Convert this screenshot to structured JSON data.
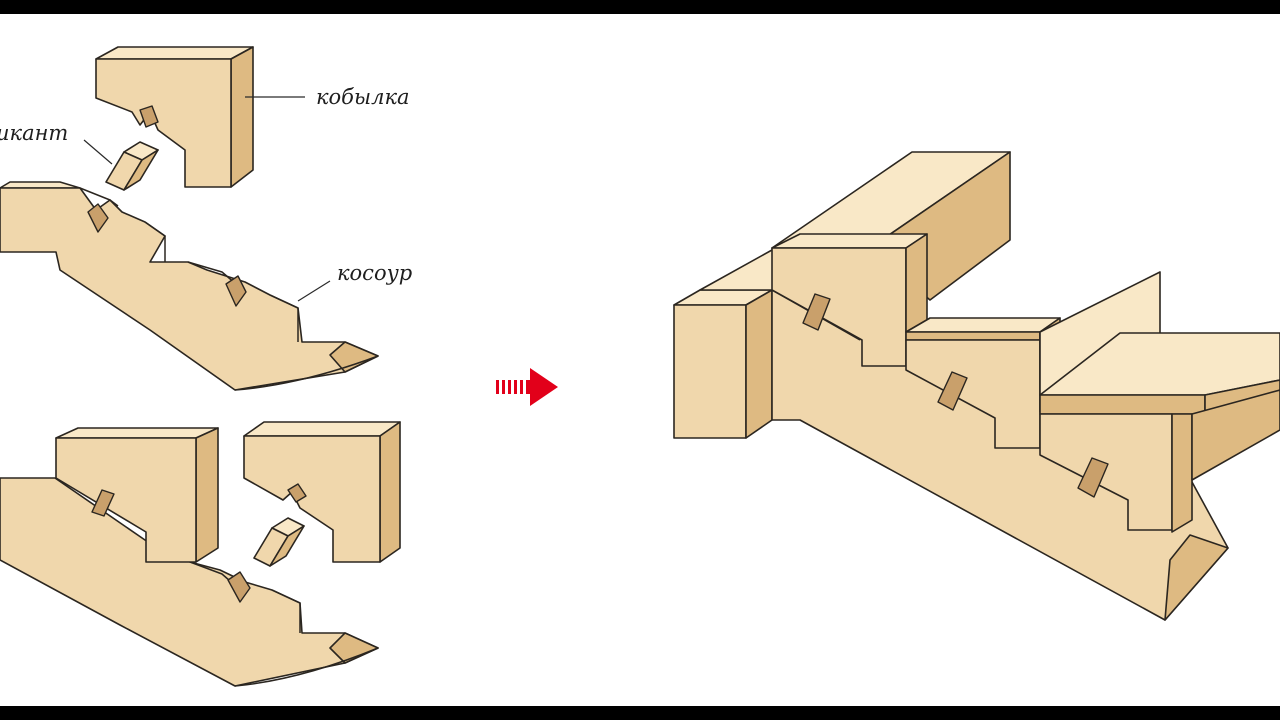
{
  "labels": {
    "stringer_block": "кобылка",
    "dowel": "икант",
    "stringer": "косоур"
  },
  "colors": {
    "wood": "#f0d7ac",
    "wood_top": "#f9e8c7",
    "wood_side": "#deba82",
    "wood_dark": "#c9a06b",
    "arrow": "#e2001a",
    "frame": "#000000"
  },
  "icons": {
    "transition_arrow": "right-arrow-icon"
  }
}
